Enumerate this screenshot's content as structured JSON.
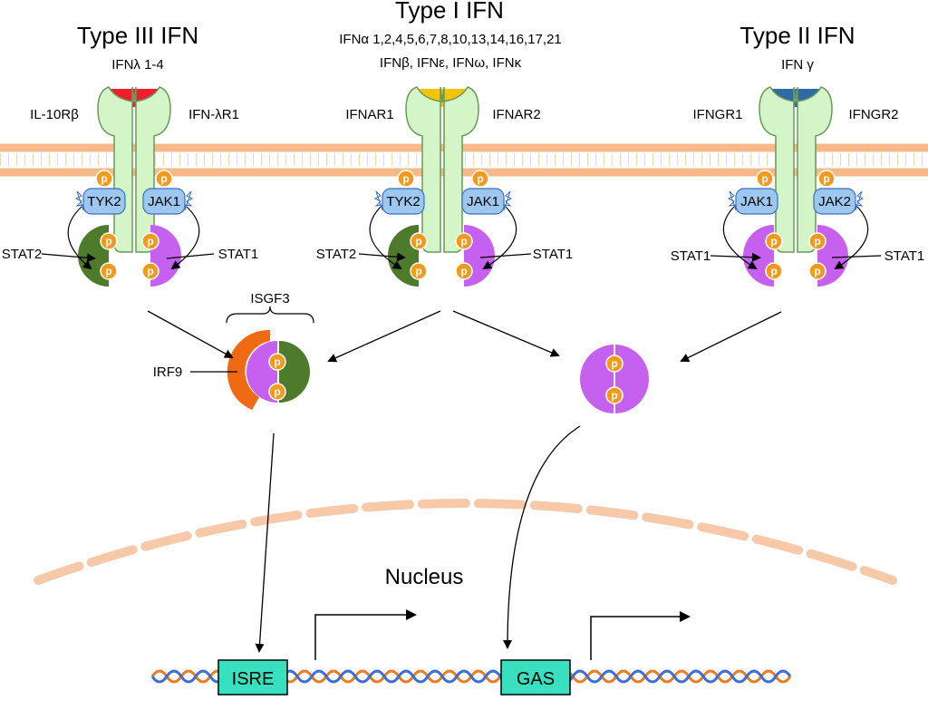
{
  "title_type3": "Type III IFN",
  "title_type1": "Type I IFN",
  "title_type2": "Type II IFN",
  "sub_type3": "IFNλ 1-4",
  "sub_type1_line1": "IFNα 1,2,4,5,6,7,8,10,13,14,16,17,21",
  "sub_type1_line2": "IFNβ, IFNε, IFNω, IFNκ",
  "sub_type2": "IFN γ",
  "receptors": {
    "r3_left": "IL-10Rβ",
    "r3_right": "IFN-λR1",
    "r1_left": "IFNAR1",
    "r1_right": "IFNAR2",
    "r2_left": "IFNGR1",
    "r2_right": "IFNGR2"
  },
  "kinases": {
    "k3_left": "TYK2",
    "k3_right": "JAK1",
    "k1_left": "TYK2",
    "k1_right": "JAK1",
    "k2_left": "JAK1",
    "k2_right": "JAK2"
  },
  "stats": {
    "s3_left": "STAT2",
    "s3_right": "STAT1",
    "s1_left": "STAT2",
    "s1_right": "STAT1",
    "s2_left": "STAT1",
    "s2_right": "STAT1"
  },
  "complex_label": "ISGF3",
  "irf9_label": "IRF9",
  "nucleus_label": "Nucleus",
  "phospho": "p",
  "isre_label": "ISRE",
  "gas_label": "GAS",
  "colors": {
    "receptor": "#d4f5c8",
    "membrane": "#f7b98a",
    "kinase": "#9cc7f0",
    "stat1": "#c561ee",
    "stat2": "#4e7a2c",
    "phospho": "#f39a1c",
    "irf9": "#f06a14",
    "ifn_type3": "#f01e2c",
    "ifn_type1": "#f5c20a",
    "ifn_type2": "#2f6aa8",
    "dna_orange": "#f07a20",
    "dna_blue": "#3a6fd8",
    "box": "#38e0c0"
  }
}
